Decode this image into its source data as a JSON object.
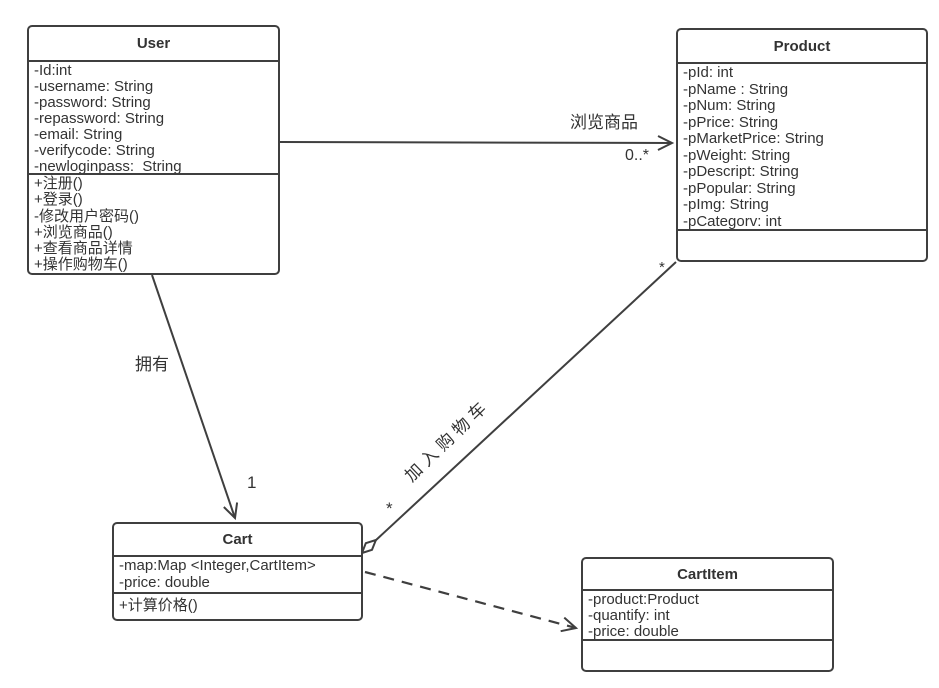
{
  "diagram": {
    "type": "uml-class-diagram",
    "colors": {
      "stroke": "#3f3f3f",
      "text": "#333333",
      "background": "#ffffff"
    },
    "classes": {
      "user": {
        "name": "User",
        "attributes": [
          "-Id:int",
          "-username: String",
          "-password: String",
          "-repassword: String",
          "-email: String",
          "-verifycode: String",
          "-newloginpass:  String"
        ],
        "methods": [
          "+注册()",
          "+登录()",
          "-修改用户密码()",
          "+浏览商品()",
          "+查看商品详情",
          "+操作购物车()"
        ]
      },
      "product": {
        "name": "Product",
        "attributes": [
          "-pId: int",
          "-pName : String",
          "-pNum: String",
          "-pPrice: String",
          "-pMarketPrice: String",
          "-pWeight: String",
          "-pDescript: String",
          "-pPopular: String",
          "-pImg: String",
          "-pCategorv: int"
        ],
        "methods": []
      },
      "cart": {
        "name": "Cart",
        "attributes": [
          "-map:Map <Integer,CartItem>",
          "-price: double"
        ],
        "methods": [
          "+计算价格()"
        ]
      },
      "cartitem": {
        "name": "CartItem",
        "attributes": [
          "-product:Product",
          "-quantify: int",
          "-price: double"
        ],
        "methods": []
      }
    },
    "relations": {
      "browse": {
        "label": "浏览商品",
        "target_multiplicity": "0..*"
      },
      "own": {
        "label": "拥有",
        "target_multiplicity": "1"
      },
      "add_to_cart": {
        "label": "加入购物车",
        "source_multiplicity": "*",
        "target_multiplicity": "*"
      }
    }
  }
}
